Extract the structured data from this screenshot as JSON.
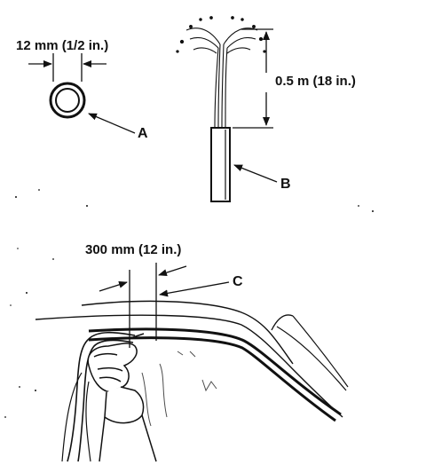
{
  "dimensions": {
    "pipe_diameter": "12 mm (1/2 in.)",
    "spray_height": "0.5 m (18 in.)",
    "spray_distance": "300 mm (12 in.)"
  },
  "callouts": {
    "a": "A",
    "b": "B",
    "c": "C"
  },
  "colors": {
    "ink": "#111111",
    "background": "#ffffff"
  }
}
